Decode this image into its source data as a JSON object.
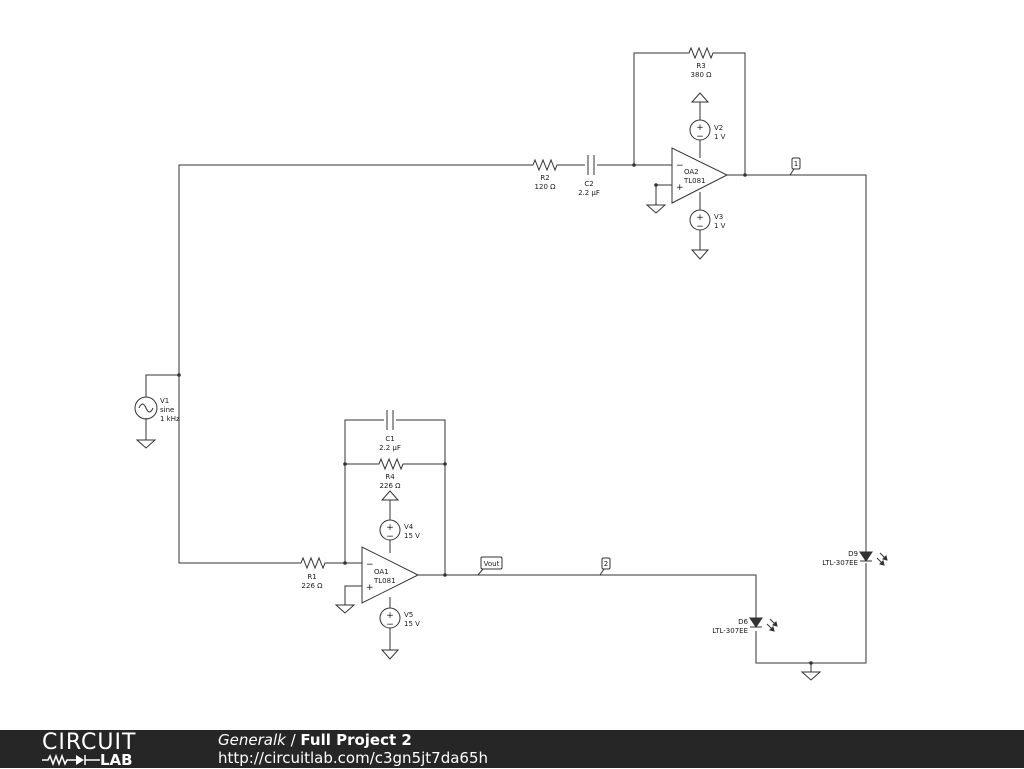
{
  "schematic": {
    "components": {
      "R1": {
        "ref": "R1",
        "value": "226 Ω"
      },
      "R2": {
        "ref": "R2",
        "value": "120 Ω"
      },
      "R3": {
        "ref": "R3",
        "value": "380 Ω"
      },
      "R4": {
        "ref": "R4",
        "value": "226 Ω"
      },
      "C1": {
        "ref": "C1",
        "value": "2.2 µF"
      },
      "C2": {
        "ref": "C2",
        "value": "2.2 µF"
      },
      "OA1": {
        "ref": "OA1",
        "part": "TL081"
      },
      "OA2": {
        "ref": "OA2",
        "part": "TL081"
      },
      "V1": {
        "ref": "V1",
        "type": "sine",
        "freq": "1 kHz"
      },
      "V2": {
        "ref": "V2",
        "value": "1 V"
      },
      "V3": {
        "ref": "V3",
        "value": "1 V"
      },
      "V4": {
        "ref": "V4",
        "value": "15 V"
      },
      "V5": {
        "ref": "V5",
        "value": "15 V"
      },
      "D6": {
        "ref": "D6",
        "part": "LTL-307EE"
      },
      "D9": {
        "ref": "D9",
        "part": "LTL-307EE"
      }
    },
    "nets": {
      "vout": "Vout",
      "n1": "1",
      "n2": "2"
    },
    "symbols": {
      "plus": "+",
      "minus": "−"
    }
  },
  "footer": {
    "logo_top": "CIRCUIT",
    "logo_bottom": "LAB",
    "author": "Generalk",
    "separator": " / ",
    "project": "Full Project 2",
    "url": "http://circuitlab.com/c3gn5jt7da65h"
  }
}
